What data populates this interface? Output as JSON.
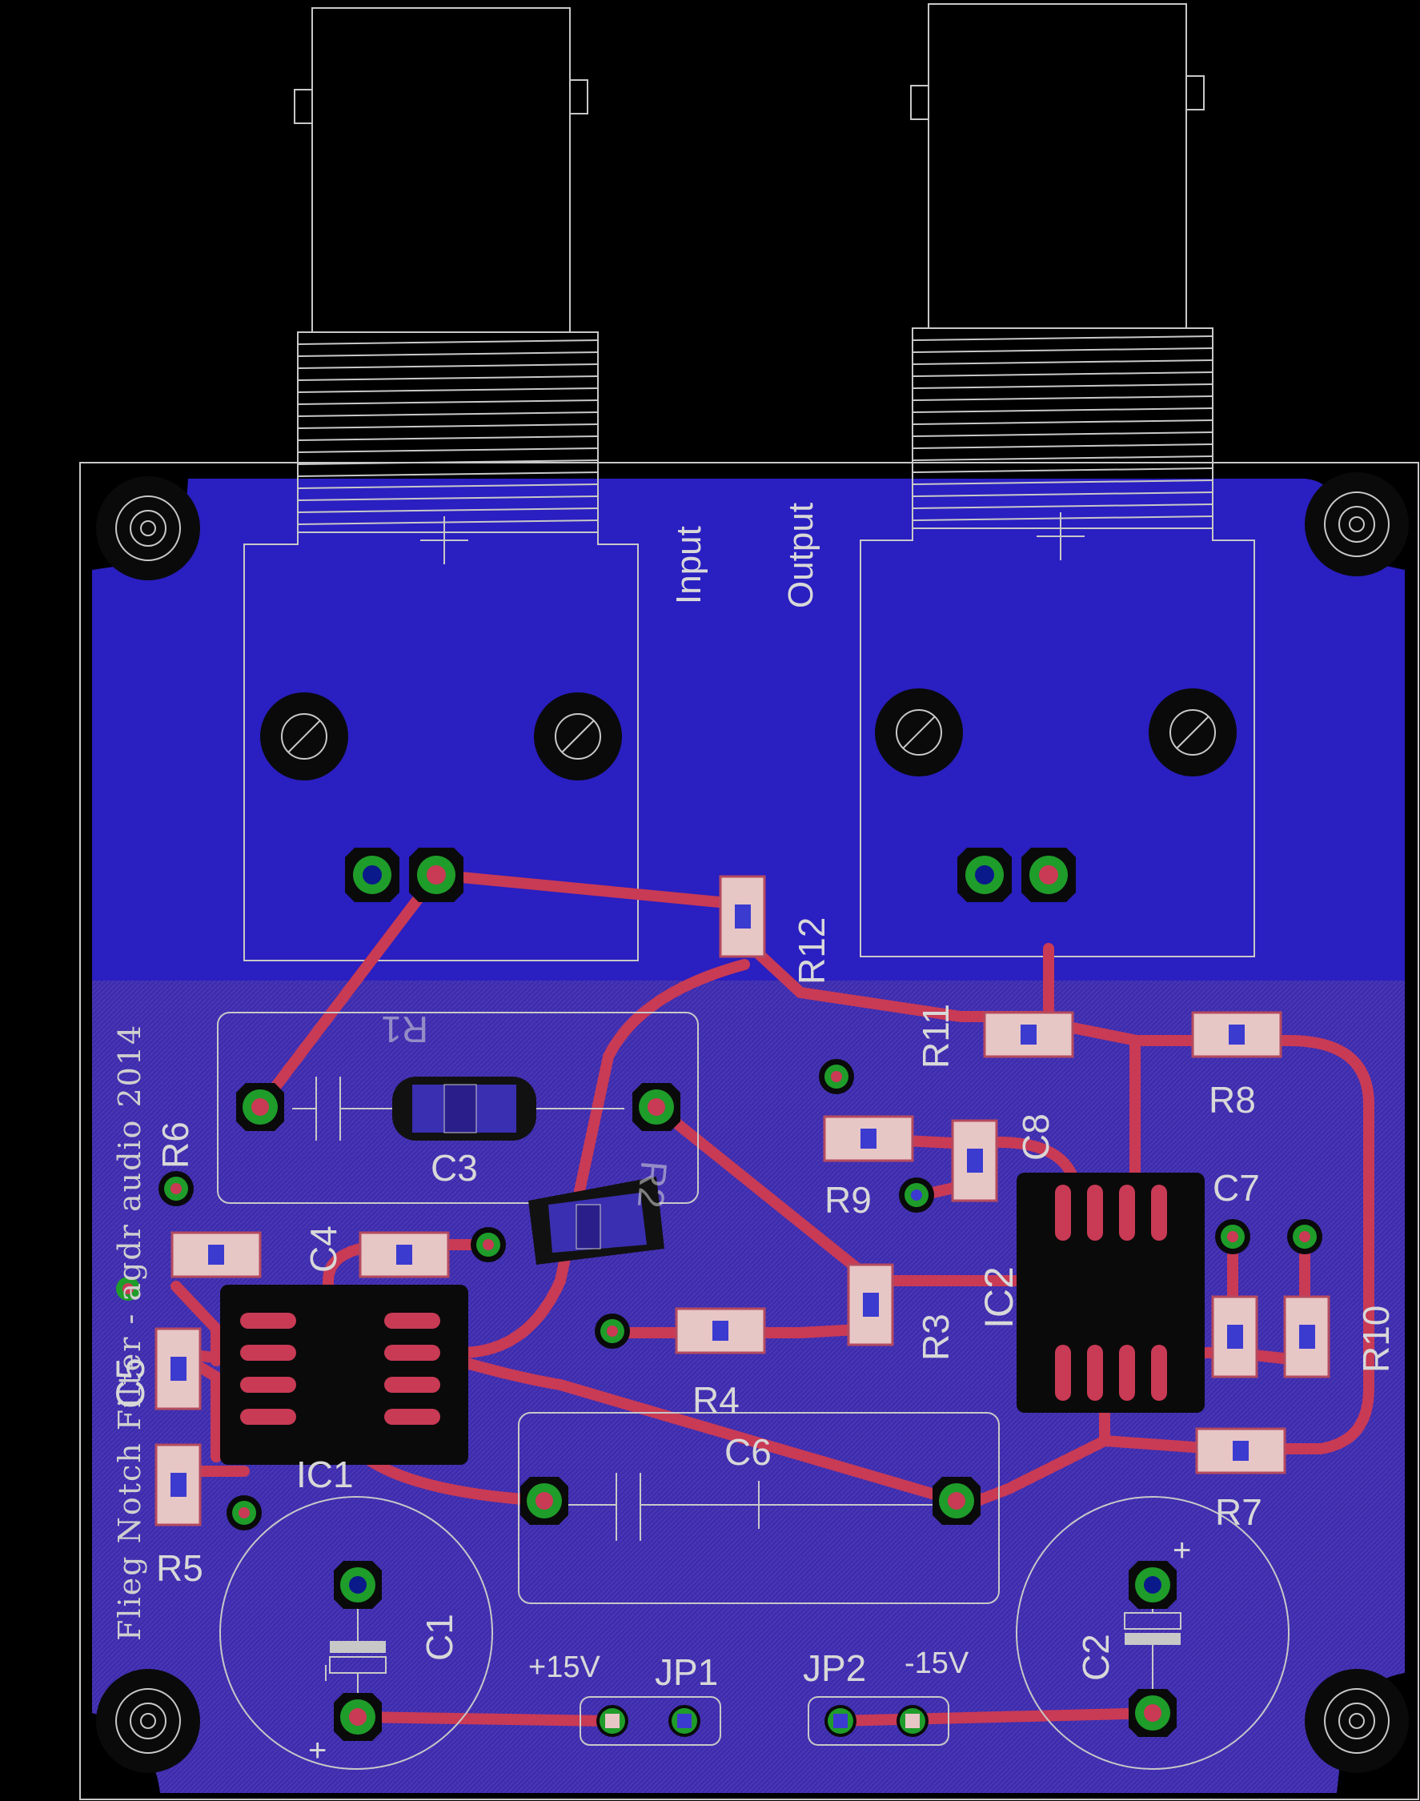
{
  "board": {
    "title_text": "Flieg Notch Filter - agdr audio 2014",
    "colors": {
      "background": "#000000",
      "top_copper_pour": "#2a1fc0",
      "bottom_copper_pour": "#3a2aa8",
      "trace": "#c93a55",
      "silkscreen": "#c8c8c8",
      "pad_ring": "#1f9d2a"
    }
  },
  "labels": {
    "input": "Input",
    "output": "Output",
    "plus15": "+15V",
    "minus15": "-15V",
    "plus_sign": "+"
  },
  "components": {
    "R1": "R1",
    "R2": "R2",
    "R3": "R3",
    "R4": "R4",
    "R5": "R5",
    "R6": "R6",
    "R7": "R7",
    "R8": "R8",
    "R9": "R9",
    "R10": "R10",
    "R11": "R11",
    "R12": "R12",
    "C1": "C1",
    "C2": "C2",
    "C3": "C3",
    "C4": "C4",
    "C5": "C5",
    "C6": "C6",
    "C7": "C7",
    "C8": "C8",
    "IC1": "IC1",
    "IC2": "IC2",
    "JP1": "JP1",
    "JP2": "JP2"
  }
}
